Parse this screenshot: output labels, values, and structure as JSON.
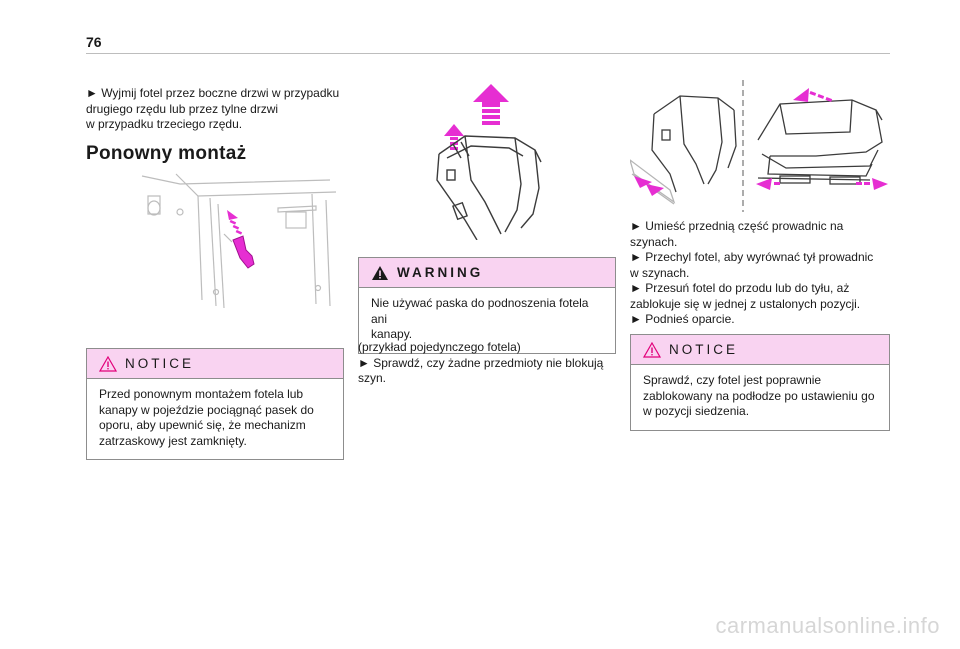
{
  "page": {
    "number": "76"
  },
  "col1": {
    "intro": "► Wyjmij fotel przez boczne drzwi w przypadku\ndrugiego rzędu lub przez tylne drzwi\nw przypadku trzeciego rzędu.",
    "heading": "Ponowny montaż",
    "notice": {
      "title": "NOTICE",
      "body": "Przed ponownym montażem fotela lub\nkanapy w pojeździe pociągnąć pasek do\noporu, aby upewnić się, że mechanizm\nzatrzaskowy jest zamknięty."
    }
  },
  "col2": {
    "warning": {
      "title": "WARNING",
      "body": "Nie używać paska do podnoszenia fotela ani\nkanapy."
    },
    "caption": "(przykład pojedynczego fotela)\n► Sprawdź, czy żadne przedmioty nie blokują\nszyn."
  },
  "col3": {
    "steps": "► Umieść przednią część prowadnic na\nszynach.\n► Przechyl fotel, aby wyrównać tył prowadnic\nw szynach.\n► Przesuń fotel do przodu lub do tyłu, aż\nzablokuje się w jednej z ustalonych pozycji.\n► Podnieś oparcie.",
    "notice": {
      "title": "NOTICE",
      "body": "Sprawdź, czy fotel jest poprawnie\nzablokowany na podłodze po ustawieniu go\nw pozycji siedzenia."
    }
  },
  "footer": {
    "watermark": "carmanualsonline.info"
  },
  "colors": {
    "accent": "#e62ed2",
    "box_header": "#f9d3f1",
    "warning_icon": "#1a1a1a",
    "notice_icon": "#e2007a"
  }
}
